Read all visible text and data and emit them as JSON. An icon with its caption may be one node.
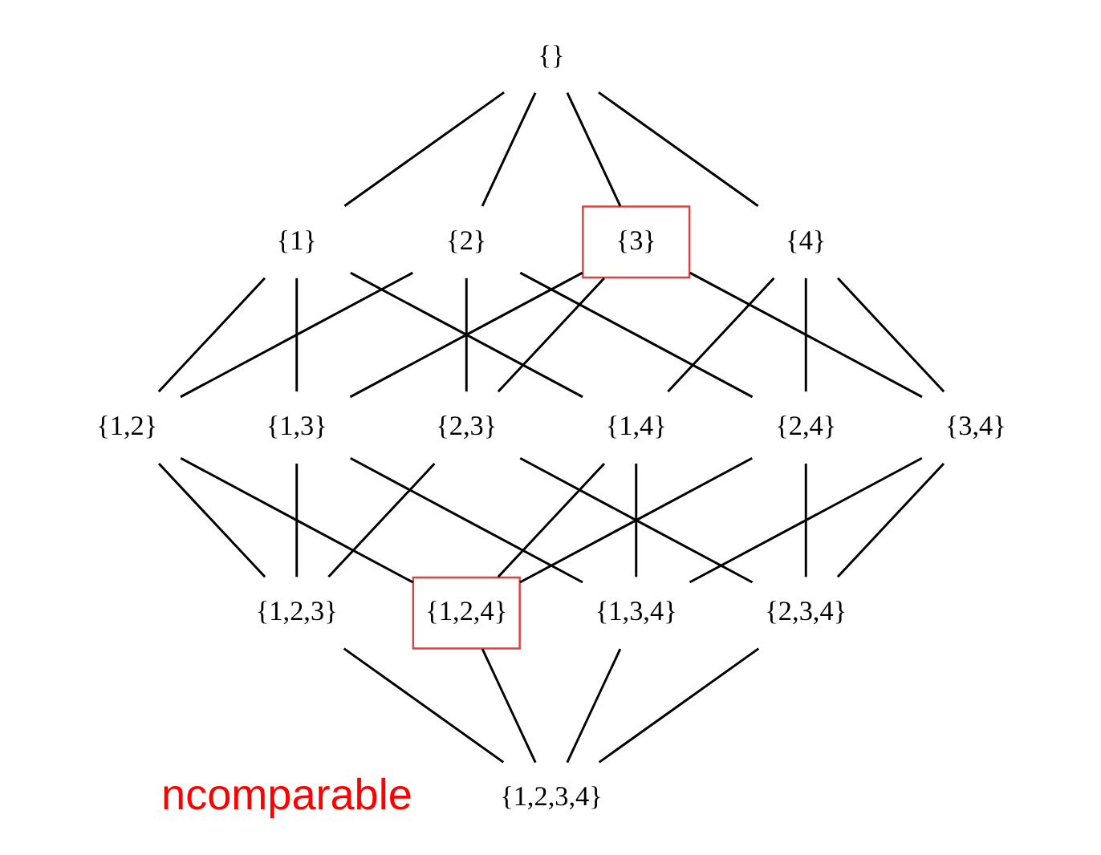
{
  "diagram": {
    "nodes": [
      {
        "text": [
          "{}"
        ]
      },
      {
        "text": [
          "{1}"
        ]
      },
      {
        "text": [
          "{2}"
        ]
      },
      {
        "text": [
          "{3}"
        ]
      },
      {
        "text": [
          "{4}"
        ]
      },
      {
        "text": [
          "{1,2}"
        ]
      },
      {
        "text": [
          "{1,3}"
        ]
      },
      {
        "text": [
          "{2,3}"
        ]
      },
      {
        "text": [
          "{1,4}"
        ]
      },
      {
        "text": [
          "{2,4}"
        ]
      },
      {
        "text": [
          "{3,4}"
        ]
      },
      {
        "text": [
          "{1,2,3}"
        ]
      },
      {
        "text": [
          "{1,2,4}"
        ]
      },
      {
        "text": [
          "{1,3,4}"
        ]
      },
      {
        "text": [
          "{2,3,4}"
        ]
      },
      {
        "text": [
          "{1,2,3,4}"
        ]
      }
    ],
    "edges": [
      {
        "from": 0,
        "to": 1,
        "arrow": "none"
      },
      {
        "from": 0,
        "to": 2,
        "arrow": "none"
      },
      {
        "from": 0,
        "to": 3,
        "arrow": "none"
      },
      {
        "from": 0,
        "to": 4,
        "arrow": "none"
      },
      {
        "from": 1,
        "to": 5,
        "arrow": "none"
      },
      {
        "from": 1,
        "to": 6,
        "arrow": "none"
      },
      {
        "from": 1,
        "to": 8,
        "arrow": "none"
      },
      {
        "from": 2,
        "to": 5,
        "arrow": "none"
      },
      {
        "from": 2,
        "to": 7,
        "arrow": "none"
      },
      {
        "from": 2,
        "to": 9,
        "arrow": "none"
      },
      {
        "from": 3,
        "to": 6,
        "arrow": "none"
      },
      {
        "from": 3,
        "to": 7,
        "arrow": "none"
      },
      {
        "from": 3,
        "to": 10,
        "arrow": "none"
      },
      {
        "from": 4,
        "to": 8,
        "arrow": "none"
      },
      {
        "from": 4,
        "to": 9,
        "arrow": "none"
      },
      {
        "from": 4,
        "to": 10,
        "arrow": "none"
      },
      {
        "from": 5,
        "to": 11,
        "arrow": "none"
      },
      {
        "from": 5,
        "to": 12,
        "arrow": "none"
      },
      {
        "from": 6,
        "to": 11,
        "arrow": "none"
      },
      {
        "from": 6,
        "to": 13,
        "arrow": "none"
      },
      {
        "from": 7,
        "to": 11,
        "arrow": "none"
      },
      {
        "from": 7,
        "to": 14,
        "arrow": "none"
      },
      {
        "from": 8,
        "to": 12,
        "arrow": "none"
      },
      {
        "from": 8,
        "to": 13,
        "arrow": "none"
      },
      {
        "from": 9,
        "to": 12,
        "arrow": "none"
      },
      {
        "from": 9,
        "to": 14,
        "arrow": "none"
      },
      {
        "from": 10,
        "to": 13,
        "arrow": "none"
      },
      {
        "from": 10,
        "to": 14,
        "arrow": "none"
      },
      {
        "from": 11,
        "to": 15,
        "arrow": "none"
      },
      {
        "from": 12,
        "to": 15,
        "arrow": "none"
      },
      {
        "from": 13,
        "to": 15,
        "arrow": "none"
      },
      {
        "from": 14,
        "to": 15,
        "arrow": "none"
      }
    ],
    "labels": [
      "ncomparable"
    ]
  }
}
